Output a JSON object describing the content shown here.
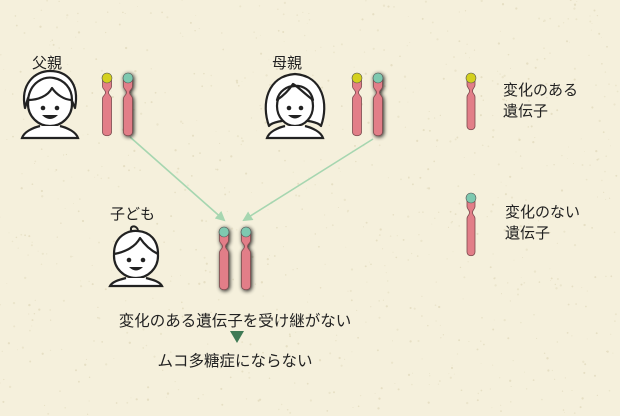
{
  "father": {
    "label": "父親"
  },
  "mother": {
    "label": "母親"
  },
  "child": {
    "label": "子ども"
  },
  "legend": {
    "changed": {
      "line1": "変化のある",
      "line2": "遺伝子"
    },
    "unchanged": {
      "line1": "変化のない",
      "line2": "遺伝子"
    }
  },
  "caption": {
    "line1": "変化のある遺伝子を受け継がない",
    "line2": "ムコ多糖症にならない"
  },
  "colors": {
    "background": "#f5f0dc",
    "chromosome": "#e27e88",
    "changed_gene": "#d4d01e",
    "unchanged_gene": "#7ec9b0",
    "inheritance_arrow": "#a6d6b0",
    "result_arrow": "#3f7a55"
  },
  "icons": [
    "boy-face-icon",
    "girl-face-icon",
    "child-face-icon",
    "chromosome-icon",
    "down-triangle-icon"
  ]
}
